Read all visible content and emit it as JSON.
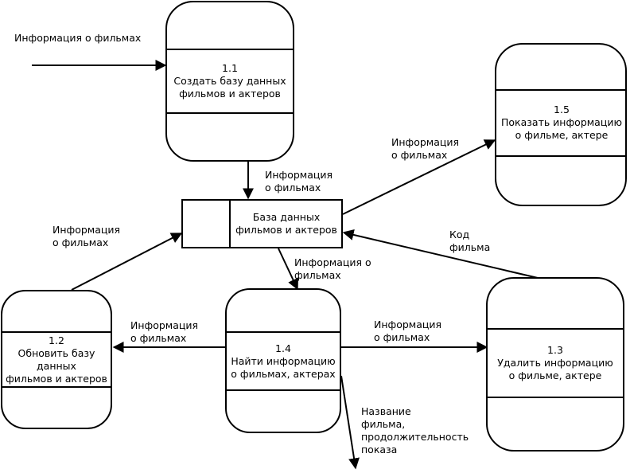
{
  "processes": {
    "p1_1": {
      "id": "1.1",
      "line1": "Создать базу данных",
      "line2": "фильмов и актеров"
    },
    "p1_2": {
      "id": "1.2",
      "line1": "Обновить базу",
      "line2": "данных",
      "line3": "фильмов и актеров"
    },
    "p1_3": {
      "id": "1.3",
      "line1": "Удалить информацию",
      "line2": "о фильме, актере"
    },
    "p1_4": {
      "id": "1.4",
      "line1": "Найти информацию",
      "line2": "о фильмах, актерах"
    },
    "p1_5": {
      "id": "1.5",
      "line1": "Показать информацию",
      "line2": "о фильме, актере"
    }
  },
  "store": {
    "line1": "База данных",
    "line2": "фильмов и актеров"
  },
  "flows": {
    "input_top": "Информация о фильмах",
    "p11_to_store": {
      "line1": "Информация",
      "line2": "о фильмах"
    },
    "p12_to_store": {
      "line1": "Информация",
      "line2": "о фильмах"
    },
    "store_to_p15": {
      "line1": "Информация",
      "line2": "о фильмах"
    },
    "store_to_p14": {
      "line1": "Информация о",
      "line2": "фильмах"
    },
    "p14_to_p12": {
      "line1": "Информация",
      "line2": "о фильмах"
    },
    "p14_to_p13": {
      "line1": "Информация",
      "line2": "о фильмах"
    },
    "p13_to_store": {
      "line1": "Код",
      "line2": "фильма"
    },
    "p14_output": {
      "line1": "Название",
      "line2": "фильма,",
      "line3": "продолжительность",
      "line4": "показа"
    }
  }
}
